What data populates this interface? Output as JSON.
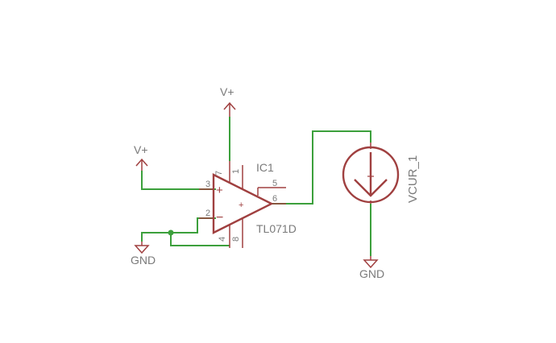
{
  "opamp": {
    "ref": "IC1",
    "value": "TL071D",
    "pins": {
      "p1": "1",
      "p2": "2",
      "p3": "3",
      "p4": "4",
      "p5": "5",
      "p6": "6",
      "p7": "7",
      "p8": "8"
    },
    "plus_sign": "+",
    "minus_sign": "−",
    "center_mark": "+"
  },
  "supplies": {
    "vplus_top": "V+",
    "vplus_left": "V+",
    "gnd_left": "GND",
    "gnd_right": "GND"
  },
  "current_source": {
    "label": "VCUR_1"
  },
  "colors": {
    "symbol": "#a04040",
    "wire": "#3ca03c",
    "text": "#7a7a7a"
  }
}
